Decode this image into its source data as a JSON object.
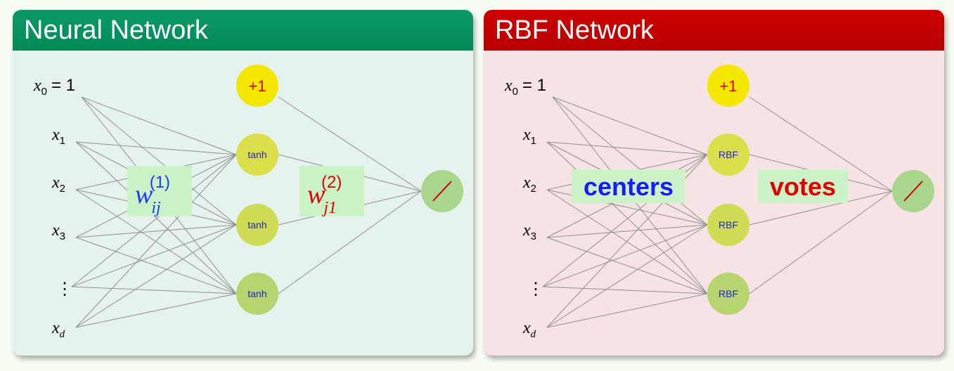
{
  "panels": [
    {
      "title": "Neural Network",
      "header_color": "#009460",
      "inputs": {
        "x0": {
          "base": "x",
          "sub": "0",
          "eq": "= 1"
        },
        "x1": {
          "base": "x",
          "sub": "1"
        },
        "x2": {
          "base": "x",
          "sub": "2"
        },
        "x3": {
          "base": "x",
          "sub": "3"
        },
        "ellipsis": "⋮",
        "xd": {
          "base": "x",
          "sub": "d"
        }
      },
      "bias_label": "+1",
      "hidden_labels": [
        "tanh",
        "tanh",
        "tanh"
      ],
      "output_icon": "linear-output-icon",
      "weight_label_1": {
        "base": "w",
        "sub": "ij",
        "sup": "(1)",
        "color": "#1a3cff"
      },
      "weight_label_2": {
        "base": "w",
        "sub": "j1",
        "sup": "(2)",
        "color": "#e00000"
      }
    },
    {
      "title": "RBF Network",
      "header_color": "#c00000",
      "inputs": {
        "x0": {
          "base": "x",
          "sub": "0",
          "eq": "= 1"
        },
        "x1": {
          "base": "x",
          "sub": "1"
        },
        "x2": {
          "base": "x",
          "sub": "2"
        },
        "x3": {
          "base": "x",
          "sub": "3"
        },
        "ellipsis": "⋮",
        "xd": {
          "base": "x",
          "sub": "d"
        }
      },
      "bias_label": "+1",
      "hidden_labels": [
        "RBF",
        "RBF",
        "RBF"
      ],
      "output_icon": "linear-output-icon",
      "centers_label": "centers",
      "votes_label": "votes"
    }
  ]
}
